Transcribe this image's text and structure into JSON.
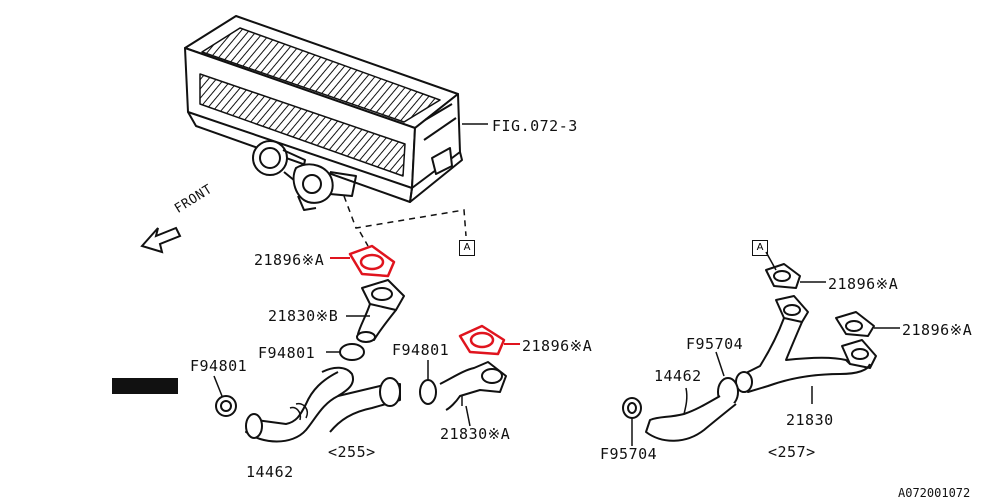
{
  "labels": {
    "fig_ref": "FIG.072-3",
    "front": "FRONT",
    "gasket_a_1": "21896※A",
    "duct_b": "21830※B",
    "clamp_f94801_left": "F94801",
    "clamp_f94801_mid": "F94801",
    "clamp_f94801_right": "F94801",
    "gasket_a_2": "21896※A",
    "duct_a": "21830※A",
    "hose_left": "14462",
    "variant_left": "<255>",
    "box_a_top": "A",
    "box_a_right": "A",
    "gasket_a_3": "21896※A",
    "gasket_a_4": "21896※A",
    "clamp_f95704_top": "F95704",
    "hose_right": "14462",
    "clamp_f95704_bottom": "F95704",
    "duct_right": "21830",
    "variant_right": "<257>",
    "drawing_code": "A072001072"
  },
  "colors": {
    "line": "#111111",
    "highlight": "#e0141e",
    "background": "#ffffff"
  }
}
